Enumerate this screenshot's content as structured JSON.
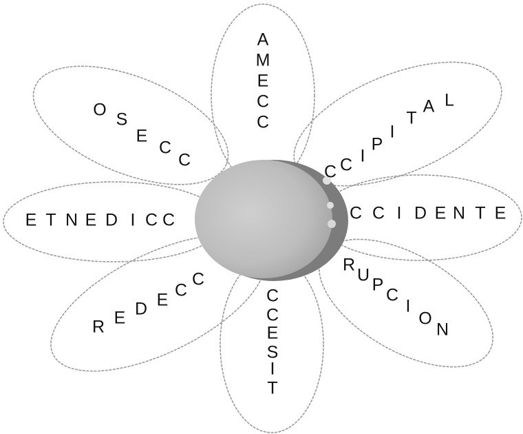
{
  "flower": {
    "petal_stroke": "#9a9a9a",
    "center_fill": "#bdbdbd",
    "center_shadow": "#7c7c7c",
    "petals": [
      {
        "id": "top",
        "letters": [
          "A",
          "M",
          "E",
          "C",
          "C"
        ]
      },
      {
        "id": "upper-right",
        "letters": [
          "C",
          "C",
          "I",
          "P",
          "I",
          "T",
          "A",
          "L"
        ]
      },
      {
        "id": "right",
        "letters": [
          "C",
          "C",
          "I",
          "D",
          "E",
          "N",
          "T",
          "E"
        ]
      },
      {
        "id": "lower-right",
        "letters": [
          "R",
          "U",
          "P",
          "C",
          "I",
          "O",
          "N"
        ]
      },
      {
        "id": "bottom",
        "letters": [
          "C",
          "C",
          "E",
          "S",
          "I",
          "T"
        ]
      },
      {
        "id": "lower-left",
        "letters": [
          "R",
          "E",
          "D",
          "E",
          "C",
          "C"
        ]
      },
      {
        "id": "left",
        "letters": [
          "E",
          "T",
          "N",
          "E",
          "D",
          "I",
          "C",
          "C"
        ]
      },
      {
        "id": "upper-left",
        "letters": [
          "O",
          "S",
          "E",
          "C",
          "C"
        ]
      }
    ]
  }
}
